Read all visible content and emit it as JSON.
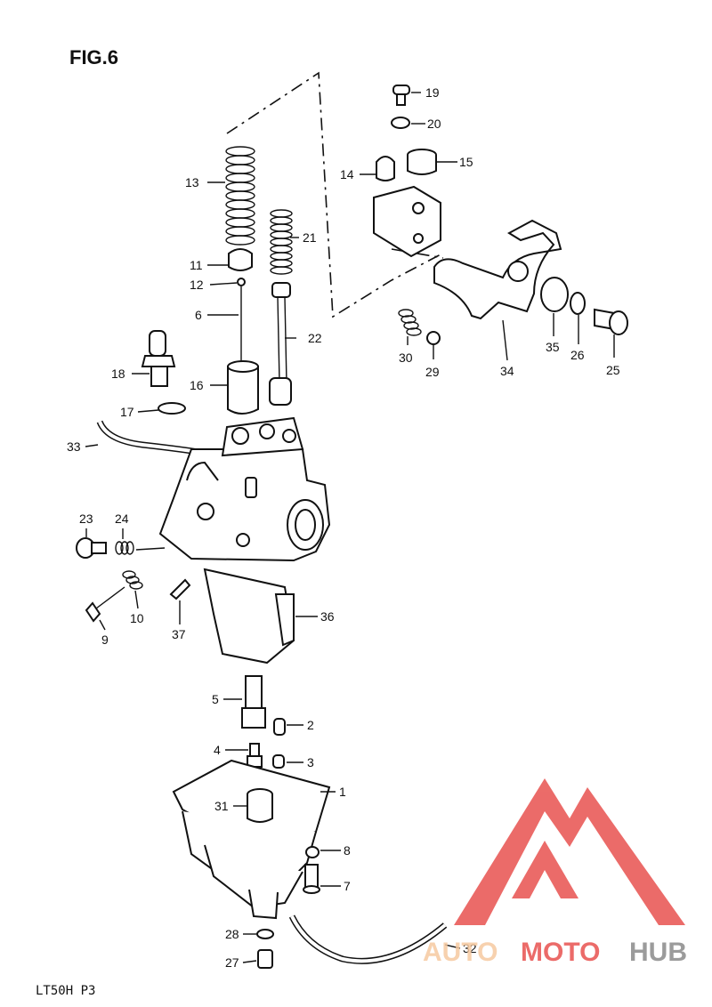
{
  "figure": {
    "title": "FIG.6",
    "footer": "LT50H P3"
  },
  "watermark": {
    "word_part1": "AUTO",
    "word_part2": "MOTO",
    "word_part3": "HUB",
    "color_light": "#f6c9a0",
    "color_red": "#e8524f",
    "color_gray": "#8a8a8a"
  },
  "callouts": {
    "c1": "1",
    "c2": "2",
    "c3": "3",
    "c4": "4",
    "c5": "5",
    "c6": "6",
    "c7": "7",
    "c8": "8",
    "c9": "9",
    "c10": "10",
    "c11": "11",
    "c12": "12",
    "c13": "13",
    "c14": "14",
    "c15": "15",
    "c16": "16",
    "c17": "17",
    "c18": "18",
    "c19": "19",
    "c20": "20",
    "c21": "21",
    "c22": "22",
    "c23": "23",
    "c24": "24",
    "c25": "25",
    "c26": "26",
    "c27": "27",
    "c28": "28",
    "c29": "29",
    "c30": "30",
    "c31": "31",
    "c32": "32",
    "c33": "33",
    "c34": "34",
    "c35": "35",
    "c36": "36",
    "c37": "37"
  }
}
